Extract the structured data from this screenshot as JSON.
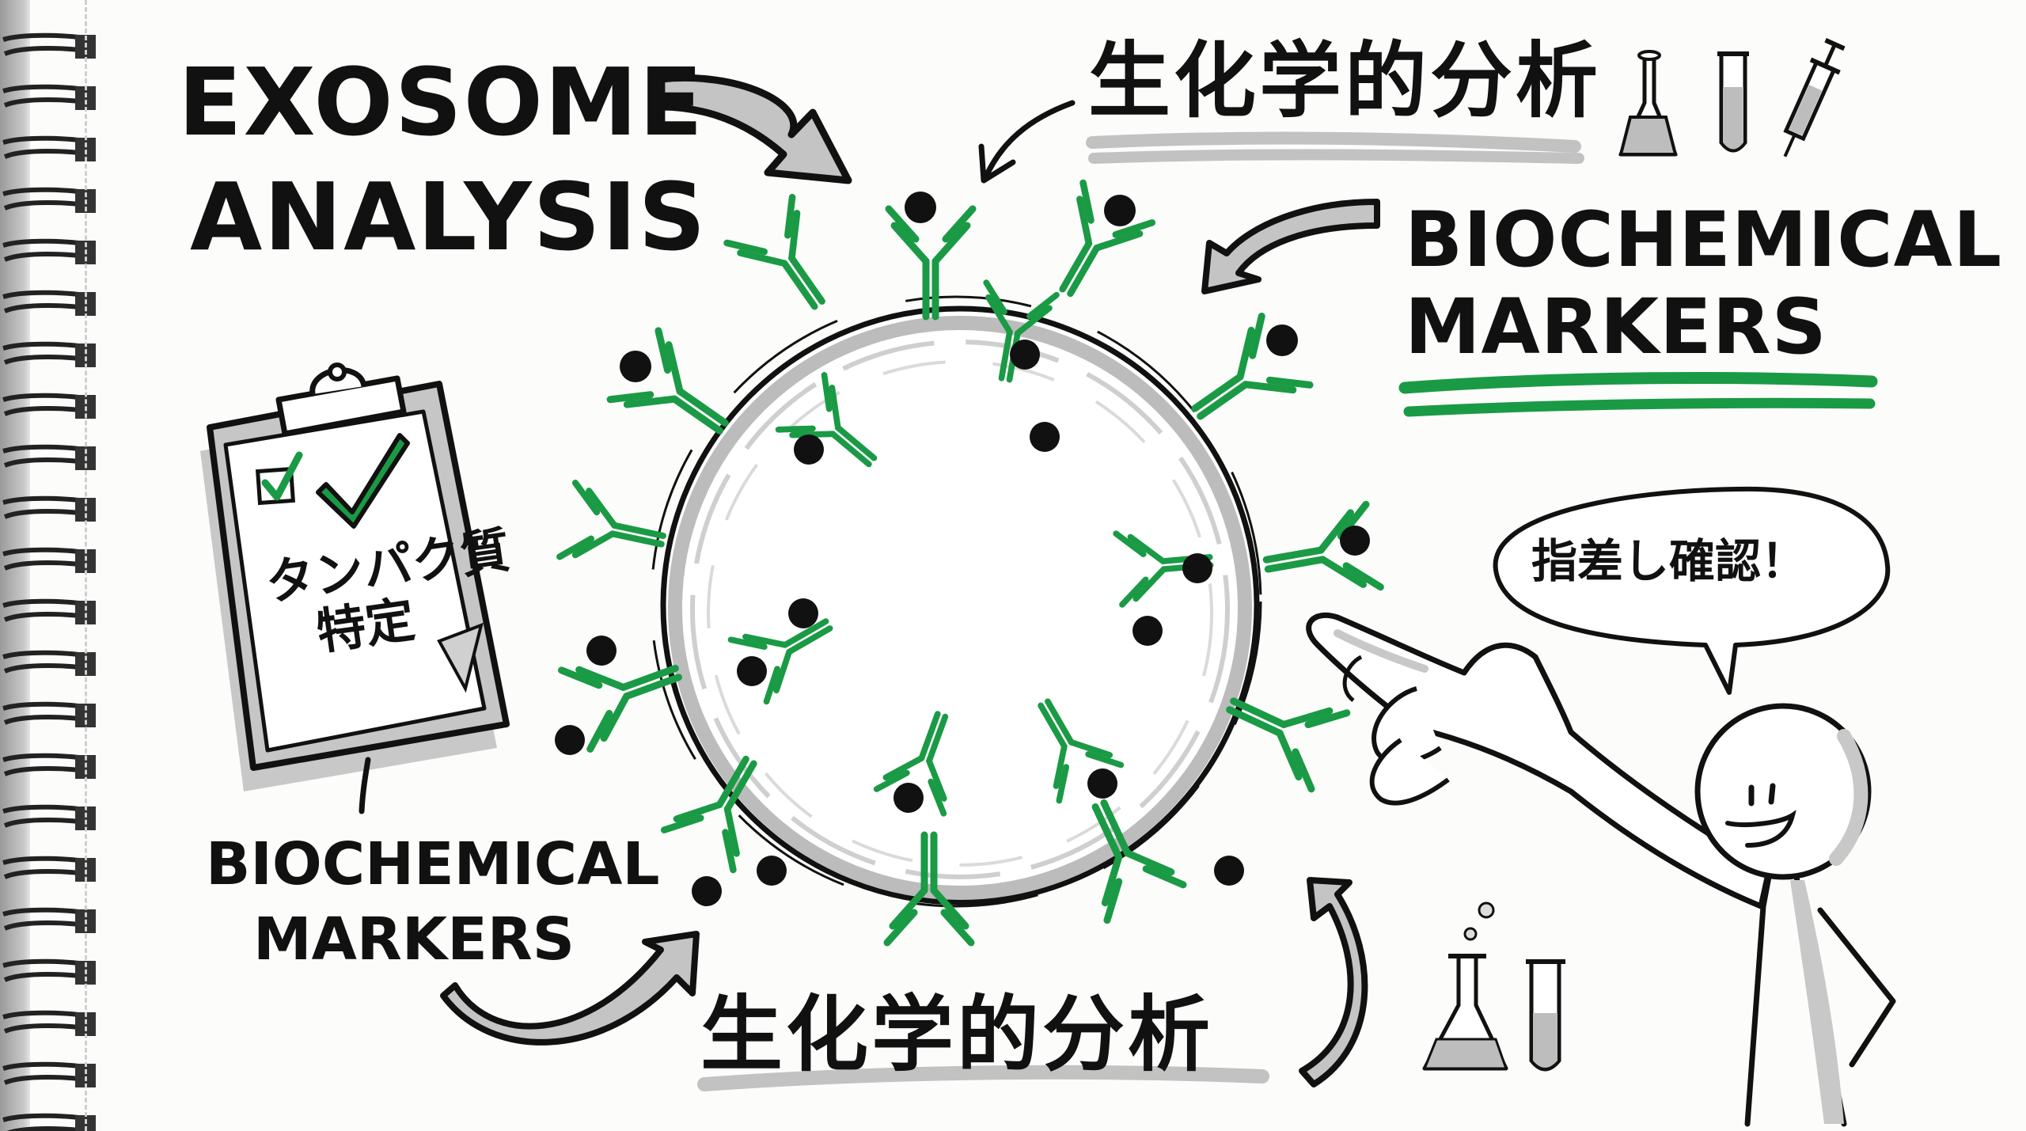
{
  "title": {
    "line1": "EXOSOME",
    "line2": "ANALYSIS"
  },
  "top_right": {
    "jp_heading": "生化学的分析",
    "en_heading_line1": "BIOCHEMICAL",
    "en_heading_line2": "MARKERS",
    "lab_icons": [
      "flask-icon",
      "test-tube-icon",
      "syringe-icon"
    ]
  },
  "clipboard": {
    "line1": "タンパク質",
    "line2": "特定",
    "checks": [
      "small-checkbox-checked",
      "large-checkmark"
    ]
  },
  "bottom_left": {
    "en_label_line1": "BIOCHEMICAL",
    "en_label_line2": "MARKERS"
  },
  "bottom_center": {
    "jp_heading": "生化学的分析"
  },
  "character": {
    "speech": "指差し確認！",
    "lab_icons": [
      "flask-icon",
      "test-tube-icon"
    ]
  },
  "center": {
    "subject": "exosome-vesicle",
    "marker": "antibody",
    "antigen": "dot"
  },
  "colors": {
    "ink": "#111111",
    "accent_green": "#1a9a45",
    "gray_fill": "#bdbdbd",
    "paper": "#fcfcfb"
  }
}
